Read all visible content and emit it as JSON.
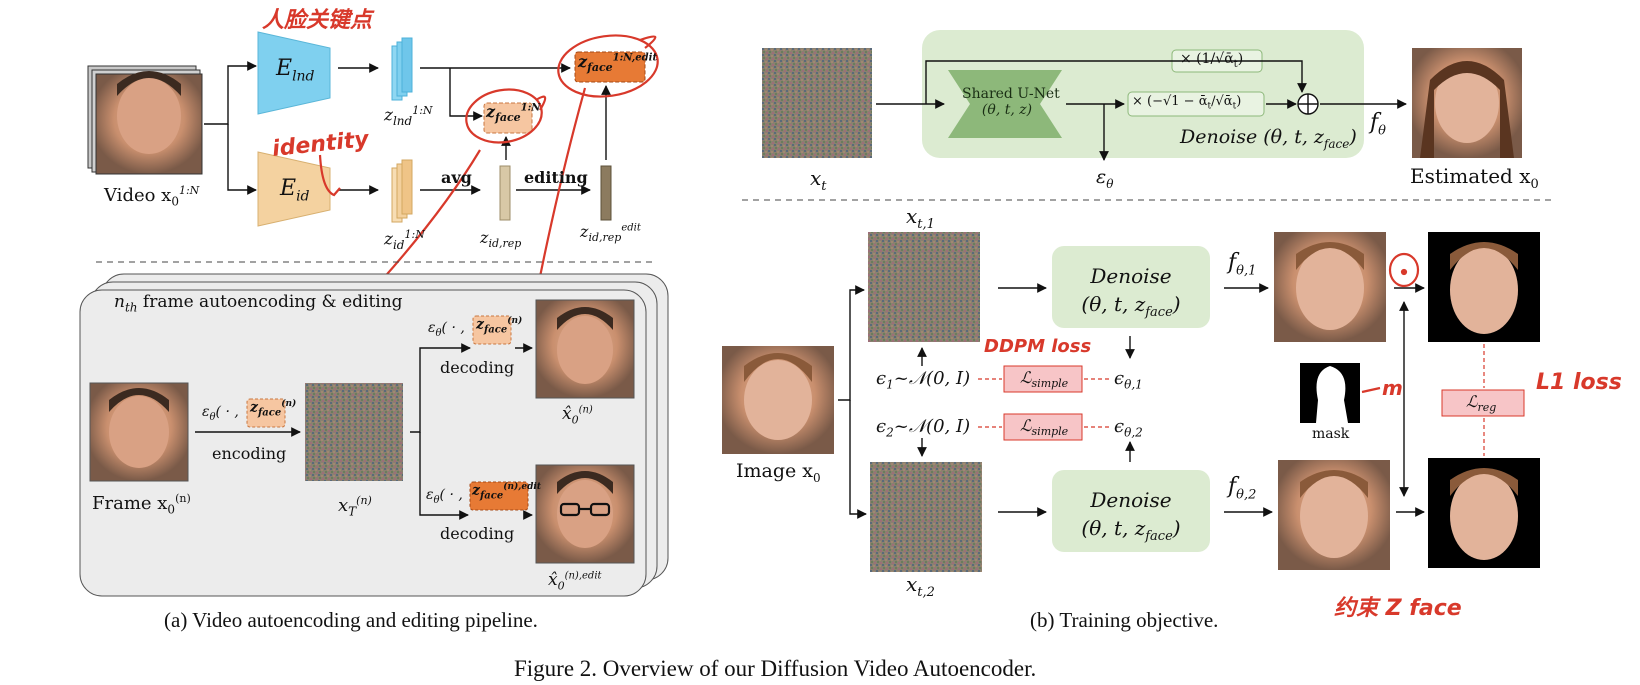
{
  "left_panel": {
    "encoder_lnd": "E",
    "encoder_lnd_sub": "lnd",
    "encoder_id": "E",
    "encoder_id_sub": "id",
    "video_label": "Video x",
    "video_sub": "0",
    "video_sup": "1:N",
    "z_lnd": "z",
    "z_lnd_sub": "lnd",
    "z_lnd_sup": "1:N",
    "z_id": "z",
    "z_id_sub": "id",
    "z_id_sup": "1:N",
    "z_face": "z",
    "z_face_sub": "face",
    "z_face_sup": "1:N",
    "z_face_edit": "z",
    "z_face_edit_sub": "face",
    "z_face_edit_sup": "1:N,edit",
    "z_id_rep": "z",
    "z_id_rep_sub": "id,rep",
    "z_id_rep_edit": "z",
    "z_id_rep_edit_sub": "id,rep",
    "z_id_rep_edit_sup": "edit",
    "avg_label": "avg",
    "editing_label": "editing",
    "annot_face_landmark": "人脸关键点",
    "annot_identity": "identity",
    "frame_title_n": "n",
    "frame_title_sub": "th",
    "frame_title_rest": " frame autoencoding & editing",
    "frame_label": "Frame x",
    "frame_sub": "0",
    "frame_sup": "(n)",
    "encoding_label": "encoding",
    "decoding_label_1": "decoding",
    "decoding_label_2": "decoding",
    "xT_label": "x",
    "xT_sub": "T",
    "xT_sup": "(n)",
    "eps_theta_prefix": "ε",
    "eps_theta_sub": "θ",
    "eps_theta_args": "( · ,",
    "z_face_n": "z",
    "z_face_n_sub": "face",
    "z_face_n_sup": "(n)",
    "z_face_n_edit_sup": "(n),edit",
    "xhat_label": "x̂",
    "xhat_sub": "0",
    "xhat_sup": "(n)",
    "xhat_edit_sup": "(n),edit",
    "caption": "(a) Video autoencoding and editing pipeline."
  },
  "right_panel": {
    "xt_label": "x",
    "xt_sub": "t",
    "unet_line1": "Shared U-Net",
    "unet_line2": "(θ, t, z)",
    "coef_top": "× (1/√ᾱ",
    "coef_top_sub": "t",
    "coef_top_close": ")",
    "coef_mid": "× (−√1 − ᾱ",
    "coef_mid_sub": "t",
    "coef_mid_rest": "/√ᾱ",
    "coef_mid_sub2": "t",
    "coef_mid_close": ")",
    "denoise_label": "Denoise (θ, t, z",
    "denoise_sub": "face",
    "denoise_close": ")",
    "eps_theta": "ε",
    "eps_theta_sub": "θ",
    "f_theta": "f",
    "f_theta_sub": "θ",
    "estimated_label": "Estimated x",
    "estimated_sub": "0",
    "xt1": "x",
    "xt1_sub": "t,1",
    "xt2": "x",
    "xt2_sub": "t,2",
    "denoise_box_line1": "Denoise",
    "denoise_box_line2": "(θ, t, z",
    "denoise_box_sub": "face",
    "denoise_box_close": ")",
    "f1": "f",
    "f1_sub": "θ,1",
    "f2": "f",
    "f2_sub": "θ,2",
    "eps1_prefix": "ϵ",
    "eps1_sub": "1",
    "eps1_rest": "~𝒩(0, I)",
    "eps2_prefix": "ϵ",
    "eps2_sub": "2",
    "eps2_rest": "~𝒩(0, I)",
    "l_simple": "ℒ",
    "l_simple_sub": "simple",
    "l_reg": "ℒ",
    "l_reg_sub": "reg",
    "eps_t1": "ϵ",
    "eps_t1_sub": "θ,1",
    "eps_t2": "ϵ",
    "eps_t2_sub": "θ,2",
    "image_label": "Image x",
    "image_sub": "0",
    "mask_label": "mask",
    "annot_ddpm": "DDPM loss",
    "annot_l1": "L1 loss",
    "annot_m": "m",
    "annot_zface": "约束 Z face",
    "caption": "(b) Training objective."
  },
  "figure_caption": "Figure 2. Overview of our Diffusion Video Autoencoder."
}
